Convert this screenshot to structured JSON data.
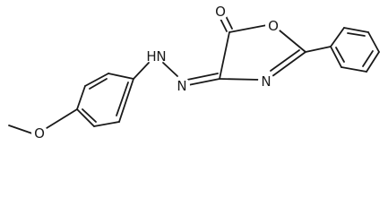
{
  "molecule": {
    "atoms": {
      "carbonyl_oxygen": "O",
      "ring_oxygen": "O",
      "ring_nitrogen": "N",
      "hydrazone_nitrogen": "N",
      "hydrazone_nh_nitrogen": "N",
      "hydrazone_nh_hydrogen": "H",
      "methoxy_oxygen": "O"
    }
  }
}
